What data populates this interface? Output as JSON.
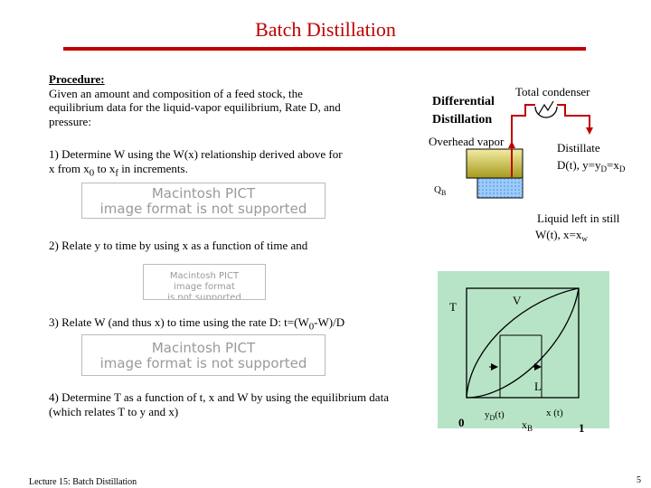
{
  "title": "Batch Distillation",
  "procedure": {
    "heading": "Procedure:",
    "body": "Given an amount and composition of a feed stock, the equilibrium data for the liquid-vapor equilibrium, Rate D, and pressure:"
  },
  "steps": {
    "s1_a": "1) Determine W using the W(x) relationship derived above for",
    "s1_b": "x from x",
    "s1_sub0": "0",
    "s1_c": " to x",
    "s1_subf": "f",
    "s1_d": " in increments.",
    "s2": "2) Relate y to time by using x as a function of time and",
    "s3_a": "3) Relate W (and thus x) to time using the rate D: t=(W",
    "s3_sub": "0",
    "s3_b": "-W)/D",
    "s4": "4) Determine T as a function of t, x and W by using the equilibrium data (which relates T to y and x)"
  },
  "pict_placeholder": {
    "line1": "Macintosh PICT",
    "line2": "image format",
    "line3": "is not supported"
  },
  "diagram": {
    "title_line1": "Differential",
    "title_line2": "Distillation",
    "condenser_label": "Total condenser",
    "overhead_label": "Overhead vapor",
    "distillate_line1": "Distillate",
    "distillate_line2_a": "D(t), y=y",
    "distillate_sub_d1": "D",
    "distillate_line2_b": "=x",
    "distillate_sub_d2": "D",
    "heat_label": "Q",
    "heat_sub": "B",
    "liquid_line1": "Liquid left in still",
    "liquid_line2_a": "W(t), x=x",
    "liquid_sub": "w"
  },
  "phase_diagram": {
    "t_axis_label": "T",
    "v_label": "V",
    "l_label": "L",
    "zero_label": "0",
    "one_label": "1",
    "yd_label": "y",
    "yd_sub": "D",
    "yd_suffix": "(t)",
    "xb_label": "x",
    "xb_sub": "B",
    "xt_label": "x (t)"
  },
  "footer": "Lecture 15: Batch Distillation",
  "page_number": "5",
  "colors": {
    "title": "#c00000",
    "arrow": "#c00000",
    "plot_bg": "#b7e4c7",
    "still_top": "#f2eca4",
    "still_bottom": "#a59a1c",
    "heater": "#99ccff"
  }
}
